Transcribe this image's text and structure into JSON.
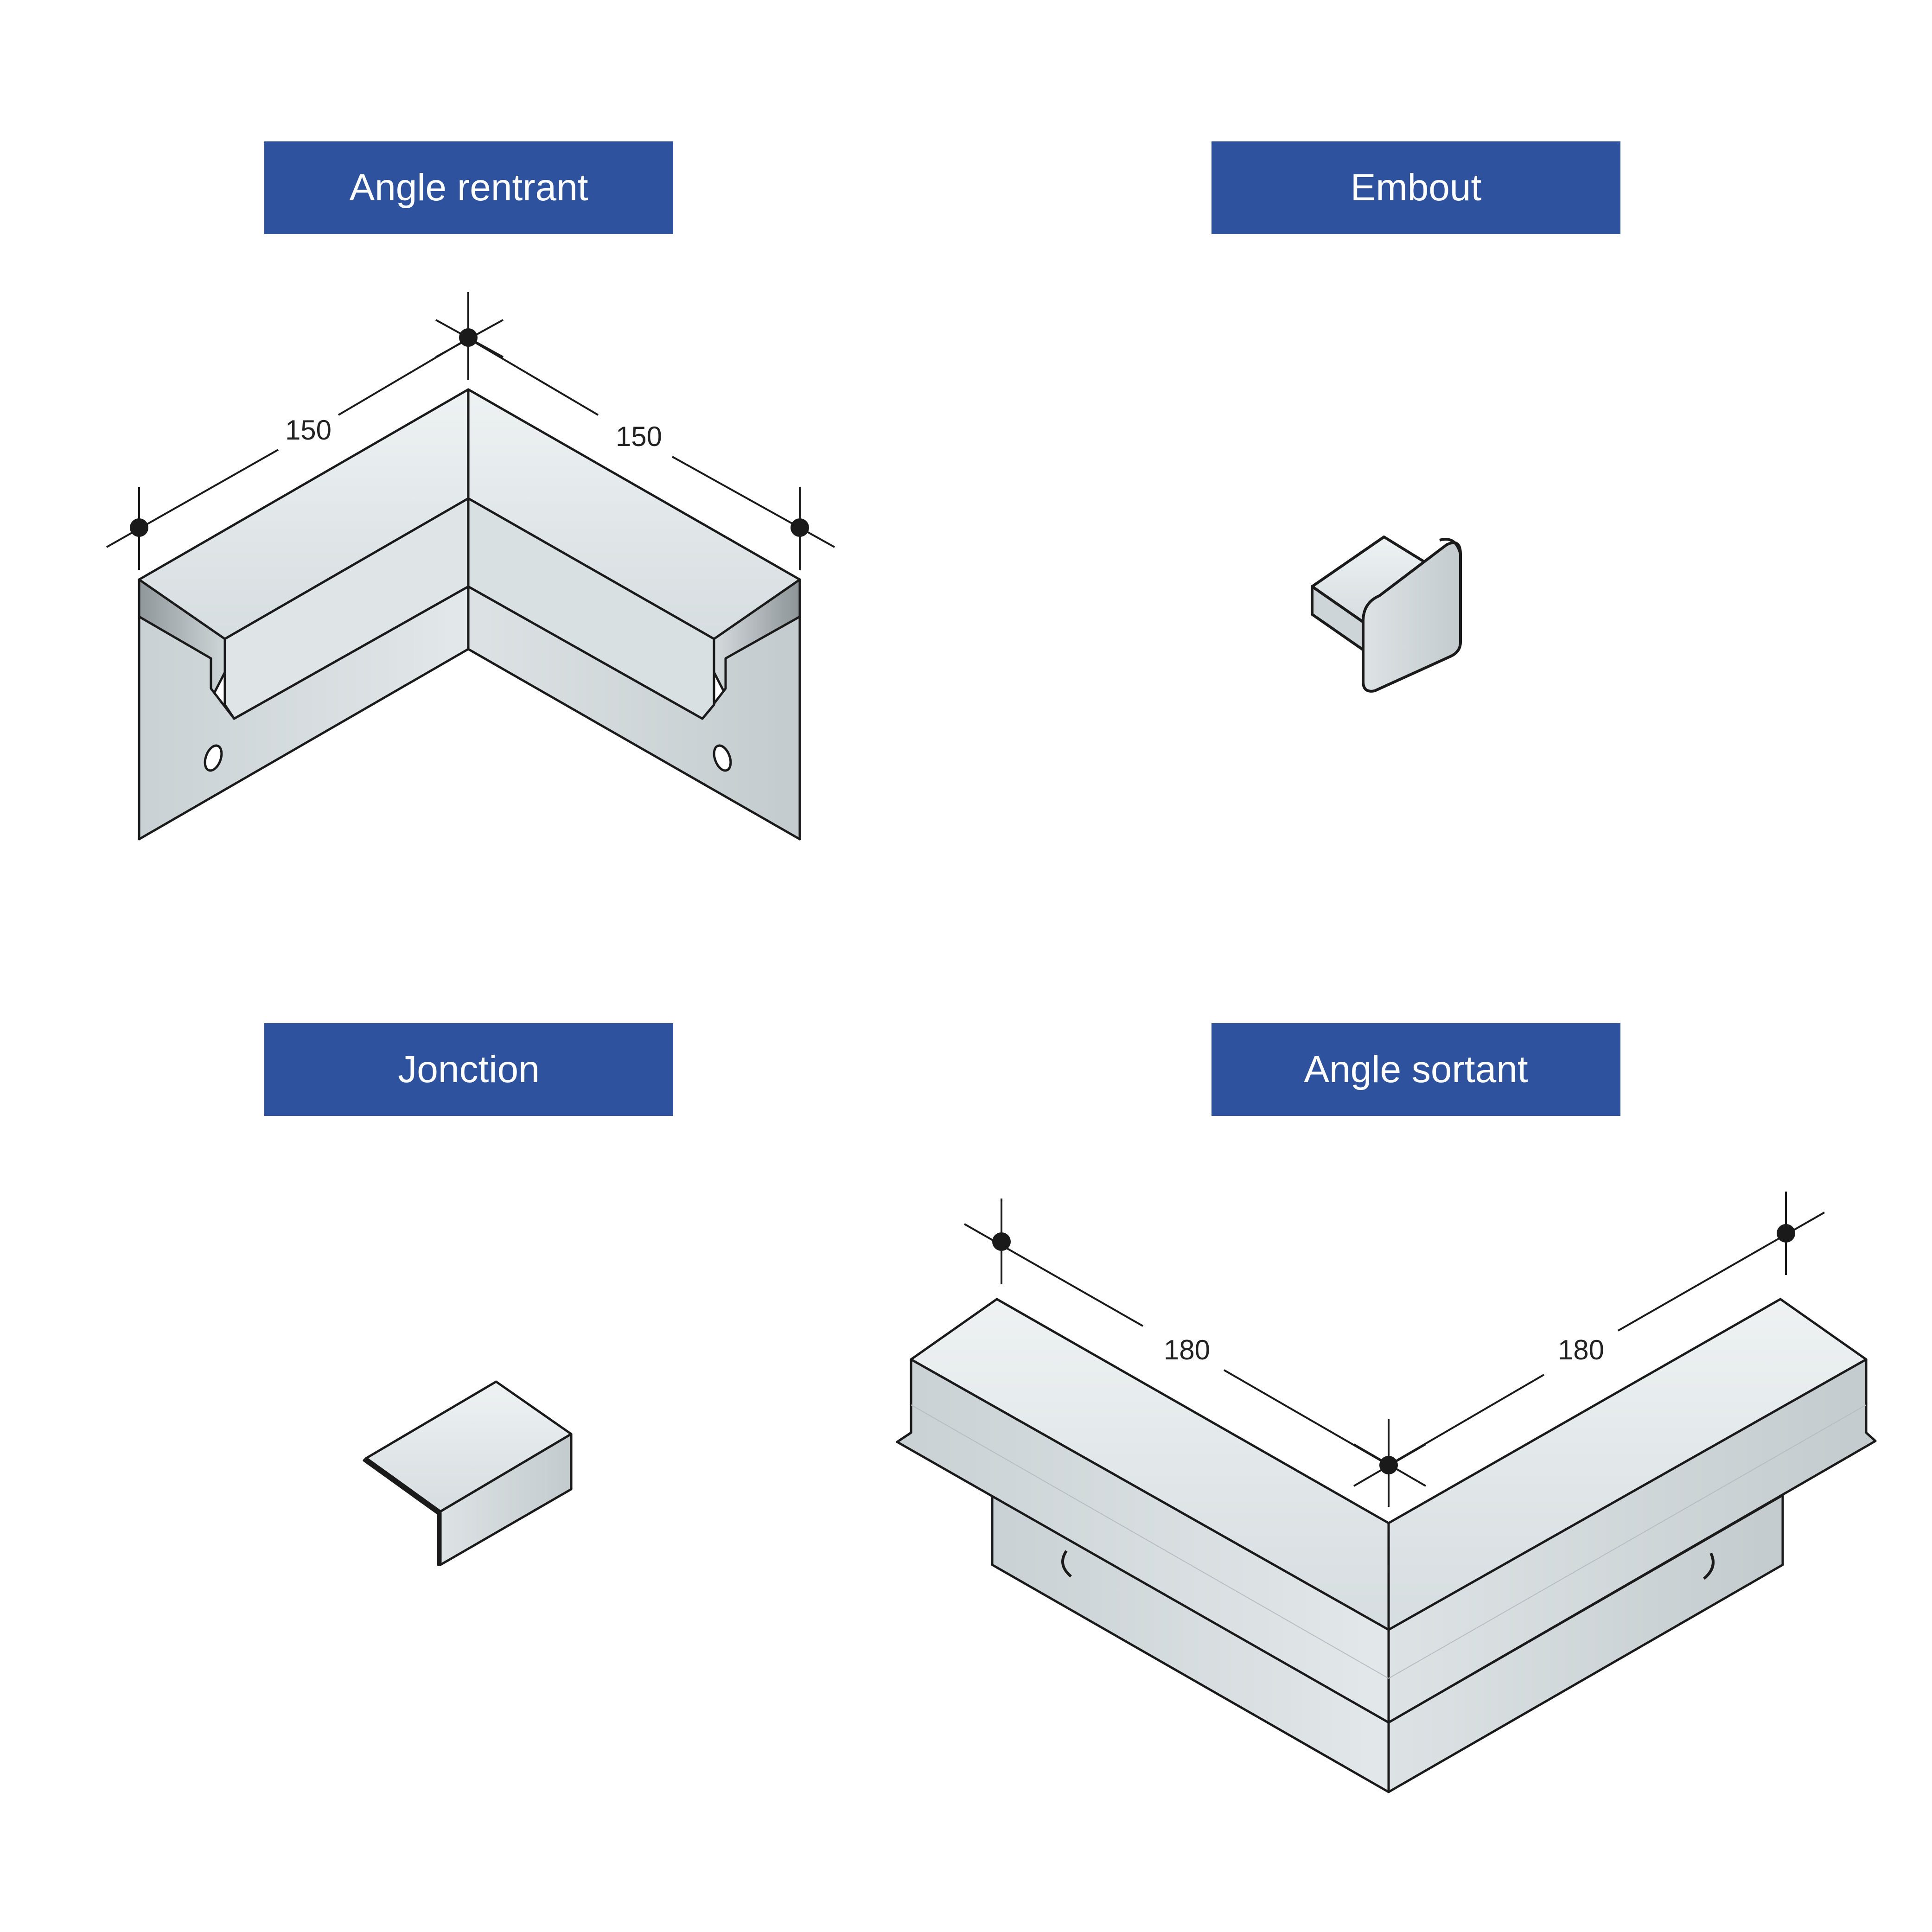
{
  "colors": {
    "label_bg": "#2f529e",
    "label_text": "#ffffff",
    "outline": "#1a1a1a",
    "metal_light": "#e6ecee",
    "metal_mid": "#cfd7da",
    "metal_dark": "#9ea6a8"
  },
  "panels": {
    "angle_rentrant": {
      "title": "Angle rentrant",
      "dim_left": "150",
      "dim_right": "150"
    },
    "embout": {
      "title": "Embout"
    },
    "jonction": {
      "title": "Jonction"
    },
    "angle_sortant": {
      "title": "Angle sortant",
      "dim_left": "180",
      "dim_right": "180"
    }
  }
}
